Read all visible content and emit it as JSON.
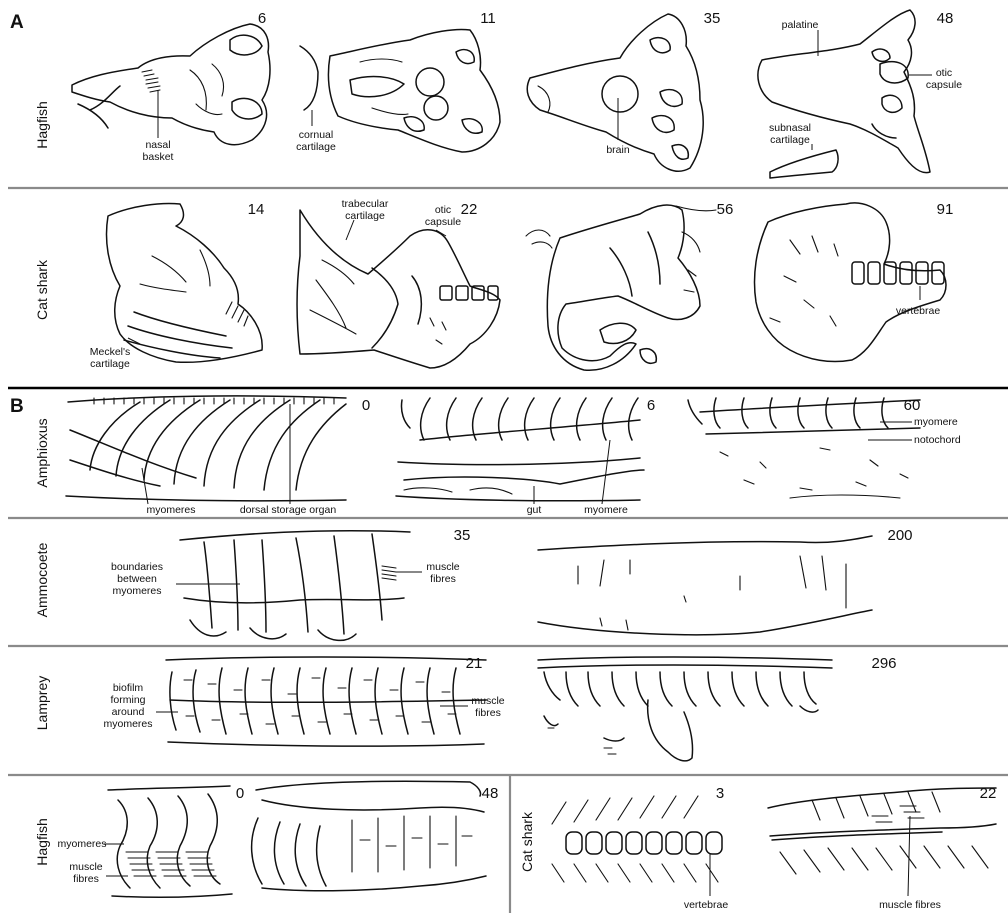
{
  "panels": {
    "A": {
      "letter": "A",
      "rows": [
        {
          "species": "Hagfish",
          "stages": [
            "6",
            "11",
            "35",
            "48"
          ],
          "labels": [
            "nasal",
            "basket",
            "cornual",
            "cartilage",
            "brain",
            "palatine",
            "otic",
            "capsule",
            "subnasal",
            "cartilage"
          ]
        },
        {
          "species": "Cat shark",
          "stages": [
            "14",
            "22",
            "56",
            "91"
          ],
          "labels": [
            "trabecular",
            "cartilage",
            "otic",
            "capsule",
            "Meckel's",
            "cartilage",
            "vertebrae"
          ]
        }
      ]
    },
    "B": {
      "letter": "B",
      "rows": [
        {
          "species": "Amphioxus",
          "stages": [
            "0",
            "6",
            "60"
          ],
          "labels": [
            "myomeres",
            "dorsal storage organ",
            "gut",
            "myomere",
            "myomere",
            "notochord"
          ]
        },
        {
          "species": "Ammocoete",
          "stages": [
            "35",
            "200"
          ],
          "labels": [
            "boundaries",
            "between",
            "myomeres",
            "muscle",
            "fibres"
          ]
        },
        {
          "species": "Lamprey",
          "stages": [
            "21",
            "296"
          ],
          "labels": [
            "biofilm",
            "forming",
            "around",
            "myomeres",
            "muscle",
            "fibres"
          ]
        },
        {
          "species": "Hagfish",
          "stages": [
            "0",
            "48"
          ],
          "labels": [
            "myomeres",
            "muscle",
            "fibres"
          ]
        },
        {
          "species": "Cat shark",
          "stages": [
            "3",
            "22"
          ],
          "labels": [
            "vertebrae",
            "muscle fibres"
          ]
        }
      ]
    }
  }
}
